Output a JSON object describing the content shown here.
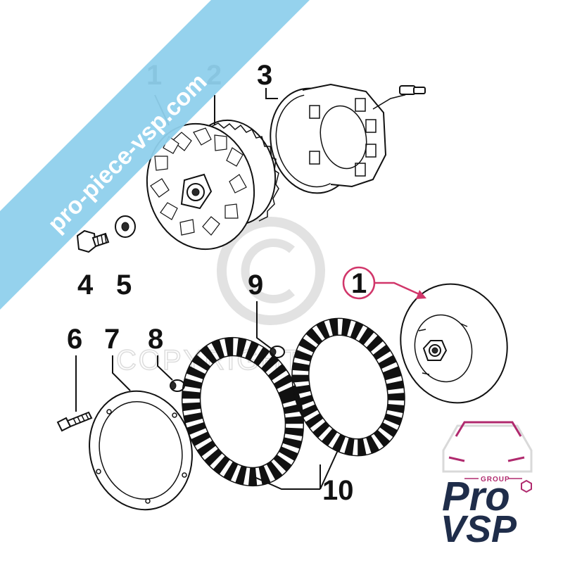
{
  "watermark_banner": {
    "text": "pro-piece-vsp.com",
    "color": "#8fd0ec"
  },
  "copyright_watermark": {
    "symbol": "©",
    "text": "COPYRIGHT",
    "color": "#dcdcdc"
  },
  "callouts": {
    "c1_top": "1",
    "c2": "2",
    "c3": "3",
    "c4": "4",
    "c5": "5",
    "c6": "6",
    "c7": "7",
    "c8": "8",
    "c9": "9",
    "c10": "10",
    "c1_highlight": "1"
  },
  "highlight": {
    "color": "#d1366a"
  },
  "logo": {
    "group": "GROUP",
    "brand_top": "Pro",
    "brand_bottom": "VSP",
    "brand_color": "#1f2d4a",
    "accent_color": "#b02a6e",
    "icon": "car-front-icon"
  }
}
